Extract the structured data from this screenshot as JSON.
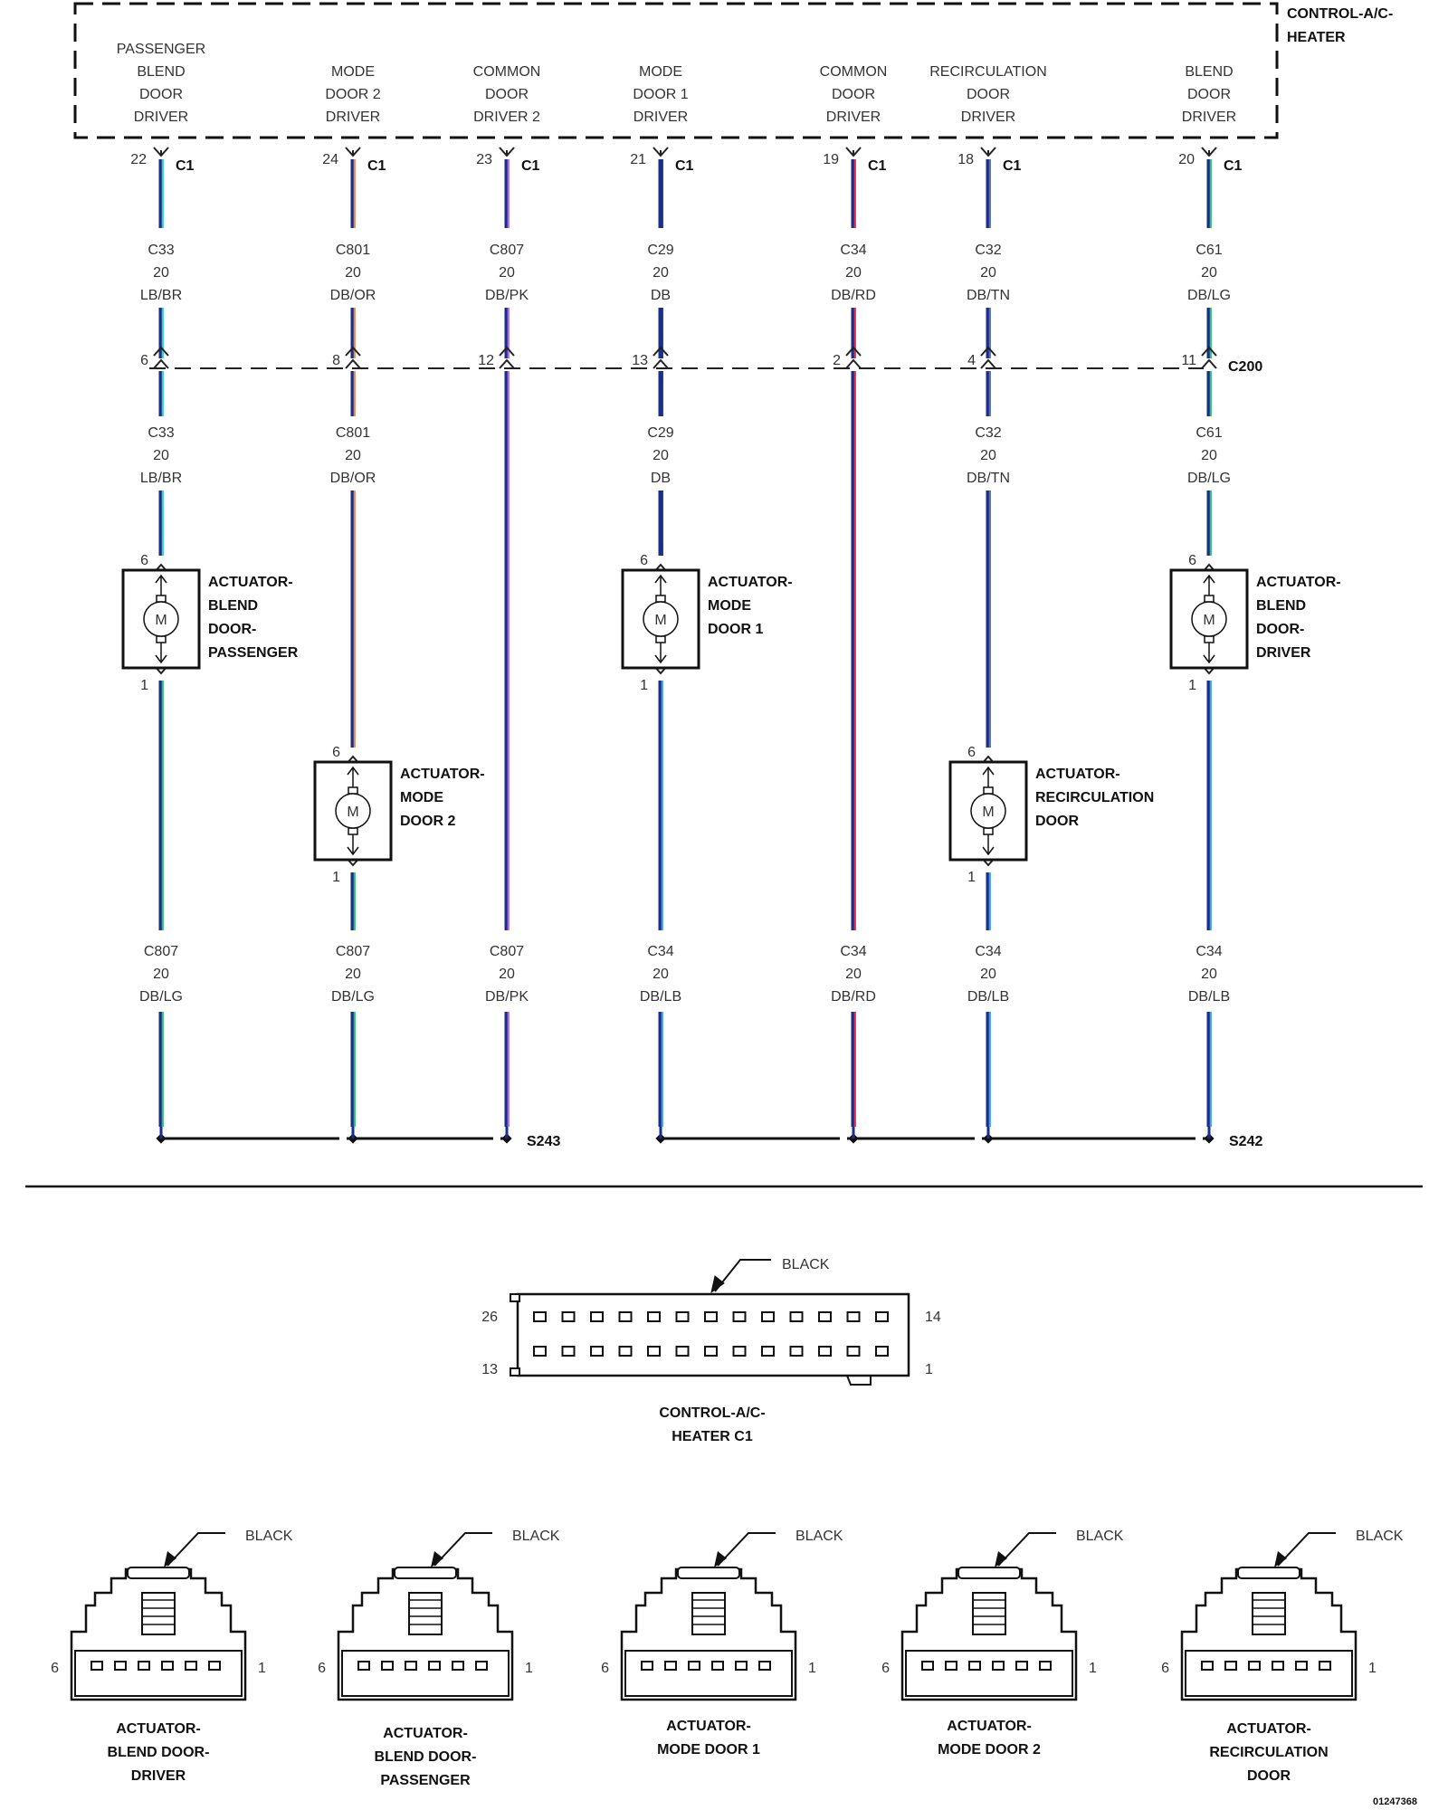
{
  "module": {
    "title": [
      "CONTROL-A/C-",
      "HEATER"
    ],
    "connector": "C1",
    "drivers": [
      [
        "PASSENGER",
        "BLEND",
        "DOOR",
        "DRIVER"
      ],
      [
        "MODE",
        "DOOR 2",
        "DRIVER"
      ],
      [
        "COMMON",
        "DOOR",
        "DRIVER 2"
      ],
      [
        "MODE",
        "DOOR 1",
        "DRIVER"
      ],
      [
        "COMMON",
        "DOOR",
        "DRIVER"
      ],
      [
        "RECIRCULATION",
        "DOOR",
        "DRIVER"
      ],
      [
        "BLEND",
        "DOOR",
        "DRIVER"
      ]
    ]
  },
  "inline_connector": "C200",
  "circuits": [
    {
      "c1_pin": "22",
      "upper": [
        "C33",
        "20",
        "LB/BR"
      ],
      "c200_pin": "6",
      "lower": [
        "C33",
        "20",
        "LB/BR"
      ],
      "bottom": [
        "C807",
        "20",
        "DB/LG"
      ],
      "base": "#1a2e8a",
      "stripe": "#35d0b8",
      "stripe2": "#2dc06a"
    },
    {
      "c1_pin": "24",
      "upper": [
        "C801",
        "20",
        "DB/OR"
      ],
      "c200_pin": "8",
      "lower": [
        "C801",
        "20",
        "DB/OR"
      ],
      "bottom": [
        "C807",
        "20",
        "DB/LG"
      ],
      "base": "#1a2e8a",
      "stripe": "#e88a4a",
      "stripe2": "#2dc06a"
    },
    {
      "c1_pin": "23",
      "upper": [
        "C807",
        "20",
        "DB/PK"
      ],
      "c200_pin": "12",
      "lower": [],
      "bottom": [
        "C807",
        "20",
        "DB/PK"
      ],
      "base": "#1a2e8a",
      "stripe": "#b46ae0",
      "stripe2": "#b46ae0"
    },
    {
      "c1_pin": "21",
      "upper": [
        "C29",
        "20",
        "DB"
      ],
      "c200_pin": "13",
      "lower": [
        "C29",
        "20",
        "DB"
      ],
      "bottom": [
        "C34",
        "20",
        "DB/LB"
      ],
      "base": "#1a2e8a",
      "stripe": "#1a2e8a",
      "stripe2": "#3fa0e6"
    },
    {
      "c1_pin": "19",
      "upper": [
        "C34",
        "20",
        "DB/RD"
      ],
      "c200_pin": "2",
      "lower": [],
      "bottom": [
        "C34",
        "20",
        "DB/RD"
      ],
      "base": "#1a2e8a",
      "stripe": "#e03050",
      "stripe2": "#e03050"
    },
    {
      "c1_pin": "18",
      "upper": [
        "C32",
        "20",
        "DB/TN"
      ],
      "c200_pin": "4",
      "lower": [
        "C32",
        "20",
        "DB/TN"
      ],
      "bottom": [
        "C34",
        "20",
        "DB/LB"
      ],
      "base": "#1a2e8a",
      "stripe": "#5b6ea0",
      "stripe2": "#3fa0e6"
    },
    {
      "c1_pin": "20",
      "upper": [
        "C61",
        "20",
        "DB/LG"
      ],
      "c200_pin": "11",
      "lower": [
        "C61",
        "20",
        "DB/LG"
      ],
      "bottom": [
        "C34",
        "20",
        "DB/LB"
      ],
      "base": "#1a2e8a",
      "stripe": "#2dc06a",
      "stripe2": "#3fa0e6"
    }
  ],
  "actuators": [
    {
      "label": [
        "ACTUATOR-",
        "BLEND",
        "DOOR-",
        "PASSENGER"
      ],
      "pin_top": "6",
      "pin_bottom": "1",
      "motor": "M"
    },
    {
      "label": [
        "ACTUATOR-",
        "MODE",
        "DOOR 2"
      ],
      "pin_top": "6",
      "pin_bottom": "1",
      "motor": "M"
    },
    {
      "label": [
        "ACTUATOR-",
        "MODE",
        "DOOR 1"
      ],
      "pin_top": "6",
      "pin_bottom": "1",
      "motor": "M"
    },
    {
      "label": [
        "ACTUATOR-",
        "RECIRCULATION",
        "DOOR"
      ],
      "pin_top": "6",
      "pin_bottom": "1",
      "motor": "M"
    },
    {
      "label": [
        "ACTUATOR-",
        "BLEND",
        "DOOR-",
        "DRIVER"
      ],
      "pin_top": "6",
      "pin_bottom": "1",
      "motor": "M"
    }
  ],
  "splices": [
    "S243",
    "S242"
  ],
  "c1_face": {
    "color": "BLACK",
    "pins": {
      "top_left": "26",
      "top_right": "14",
      "bottom_left": "13",
      "bottom_right": "1"
    },
    "title": [
      "CONTROL-A/C-",
      "HEATER C1"
    ]
  },
  "actuator_connectors": [
    {
      "color": "BLACK",
      "pin_left": "6",
      "pin_right": "1",
      "title": [
        "ACTUATOR-",
        "BLEND DOOR-",
        "DRIVER"
      ]
    },
    {
      "color": "BLACK",
      "pin_left": "6",
      "pin_right": "1",
      "title": [
        "ACTUATOR-",
        "BLEND DOOR-",
        "PASSENGER"
      ]
    },
    {
      "color": "BLACK",
      "pin_left": "6",
      "pin_right": "1",
      "title": [
        "ACTUATOR-",
        "MODE DOOR 1"
      ]
    },
    {
      "color": "BLACK",
      "pin_left": "6",
      "pin_right": "1",
      "title": [
        "ACTUATOR-",
        "MODE DOOR 2"
      ]
    },
    {
      "color": "BLACK",
      "pin_left": "6",
      "pin_right": "1",
      "title": [
        "ACTUATOR-",
        "RECIRCULATION",
        "DOOR"
      ]
    }
  ],
  "figure_id": "01247368"
}
